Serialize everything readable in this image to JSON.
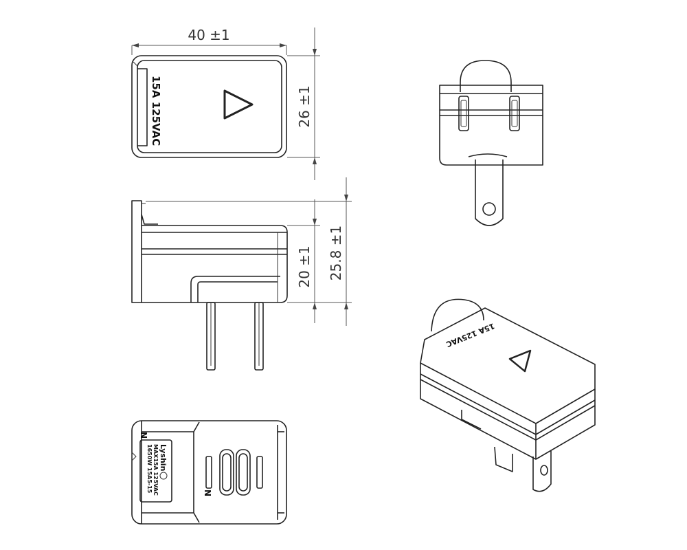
{
  "dimensions": {
    "width": "40 ±1",
    "height_front": "26 ±1",
    "body_height": "20 ±1",
    "total_height": "25.8 ±1"
  },
  "rating_marking": "15A 125VAC",
  "label_plate": {
    "brand": "Lyshin",
    "cert_mark": "",
    "lines": [
      "MAX15A 125VAC",
      "1650W 15A5-15"
    ]
  },
  "polarity_mark": "N"
}
